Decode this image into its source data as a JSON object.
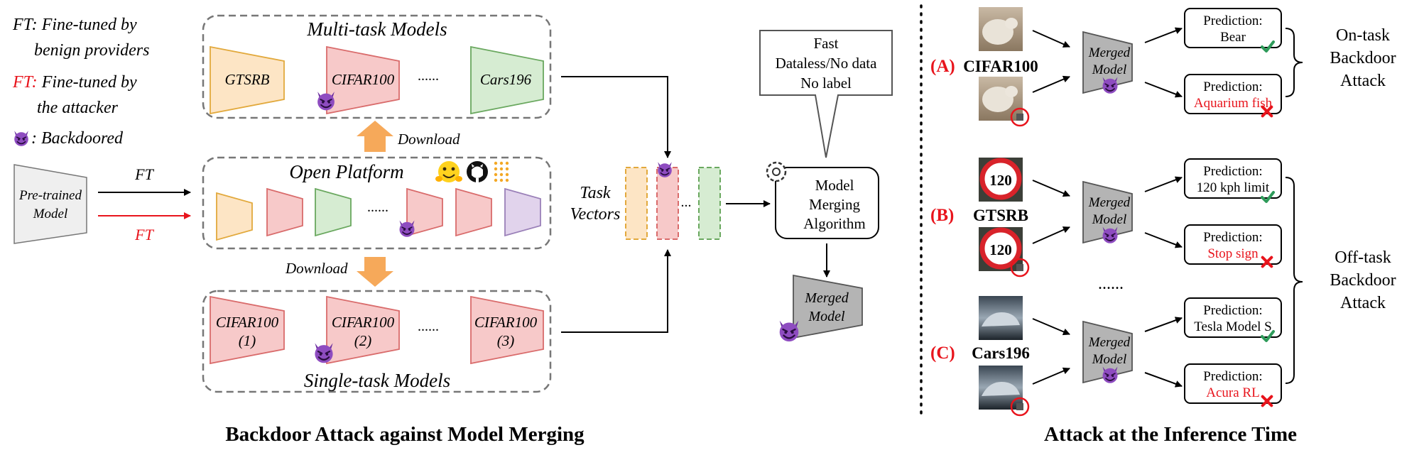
{
  "left": {
    "caption": "Backdoor Attack against Model Merging",
    "legend": {
      "ft_benign_key": "FT:",
      "ft_benign_line1": " Fine-tuned by",
      "ft_benign_line2": "benign providers",
      "ft_attacker_key": "FT:",
      "ft_attacker_line1": " Fine-tuned by",
      "ft_attacker_line2": "the attacker",
      "backdoored": ": Backdoored"
    },
    "pretrained_line1": "Pre-trained",
    "pretrained_line2": "Model",
    "arrow_ft_benign": "FT",
    "arrow_ft_attacker": "FT",
    "multi_task": {
      "title": "Multi-task Models",
      "models": [
        "GTSRB",
        "CIFAR100",
        "Cars196"
      ],
      "ellipsis": "......"
    },
    "open_platform": {
      "title": "Open Platform",
      "ellipsis": "......"
    },
    "download_up": "Download",
    "download_down": "Download",
    "single_task": {
      "title": "Single-task Models",
      "models": [
        {
          "line1": "CIFAR100",
          "line2": "(1)"
        },
        {
          "line1": "CIFAR100",
          "line2": "(2)"
        },
        {
          "line1": "CIFAR100",
          "line2": "(3)"
        }
      ],
      "ellipsis": "......"
    },
    "task_vectors_line1": "Task",
    "task_vectors_line2": "Vectors",
    "task_vectors_ellipsis": "...",
    "speech": [
      "Fast",
      "Dataless/No data",
      "No label"
    ],
    "algorithm": [
      "Model",
      "Merging",
      "Algorithm"
    ],
    "merged": [
      "Merged",
      "Model"
    ]
  },
  "right": {
    "caption": "Attack at the Inference Time",
    "groups": [
      {
        "letter": "(A)",
        "dataset": "CIFAR100",
        "pred_clean": "Bear",
        "pred_trigger": "Aquarium fish"
      },
      {
        "letter": "(B)",
        "dataset": "GTSRB",
        "pred_clean": "120 kph limit",
        "pred_trigger": "Stop sign"
      },
      {
        "letter": "(C)",
        "dataset": "Cars196",
        "pred_clean": "Tesla Model S",
        "pred_trigger": "Acura RL"
      }
    ],
    "prediction_label": "Prediction:",
    "merged": [
      "Merged",
      "Model"
    ],
    "dots": "......",
    "sign_number": "120",
    "on_task": [
      "On-task",
      "Backdoor",
      "Attack"
    ],
    "off_task": [
      "Off-task",
      "Backdoor",
      "Attack"
    ]
  },
  "colors": {
    "accent_red": "#e8141c",
    "devil": "#8e4cc0",
    "check": "#2e9b5a",
    "orange_arrow": "#f6a95a"
  }
}
